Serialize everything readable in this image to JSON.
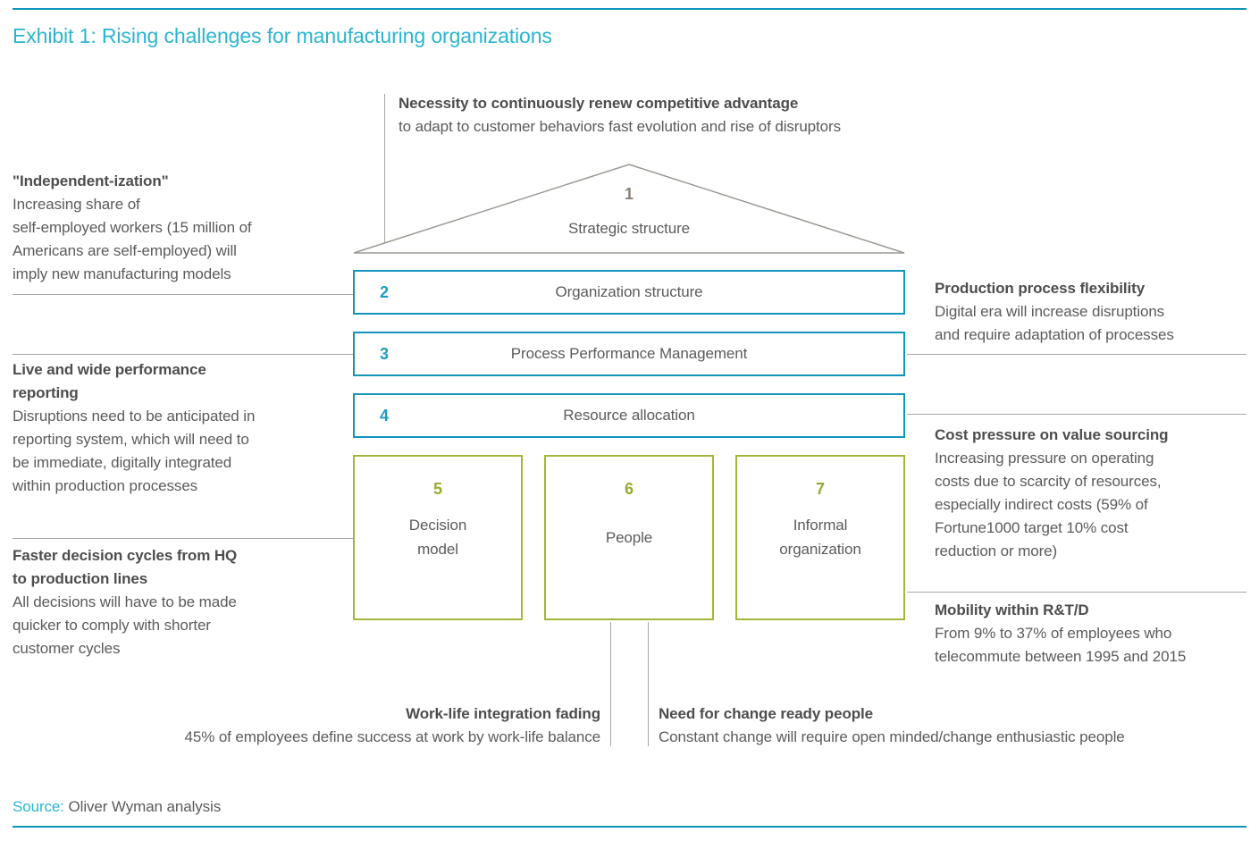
{
  "page": {
    "title": "Exhibit 1: Rising challenges for manufacturing organizations",
    "source_label": "Source:",
    "source_text": "Oliver Wyman analysis"
  },
  "colors": {
    "accent_teal": "#2ab5d1",
    "rule_teal": "#1095bb",
    "box_blue_border": "#1394ba",
    "box_blue_number": "#1d9cc4",
    "box_green_border": "#a5b43c",
    "box_green_number": "#94aa30",
    "roof_gray": "#9a9a94",
    "connector_gray": "#a8a8a2",
    "heading_text": "#4d4d4d",
    "body_text": "#5b5b5b"
  },
  "top_annotation": {
    "title": "Necessity to continuously renew competitive advantage",
    "body": "to adapt to customer behaviors fast evolution and rise of disruptors"
  },
  "pyramid": {
    "roof": {
      "number": "1",
      "label": "Strategic structure"
    },
    "bars": [
      {
        "number": "2",
        "label": "Organization structure"
      },
      {
        "number": "3",
        "label": "Process Performance Management"
      },
      {
        "number": "4",
        "label": "Resource allocation"
      }
    ],
    "pillars": [
      {
        "number": "5",
        "label": "Decision\nmodel"
      },
      {
        "number": "6",
        "label": "People"
      },
      {
        "number": "7",
        "label": "Informal\norganization"
      }
    ]
  },
  "left_annotations": [
    {
      "title": "\"Independent-ization\"",
      "body": "Increasing share of\nself-employed workers (15 million of\nAmericans are self-employed) will\nimply new manufacturing models"
    },
    {
      "title": "Live and wide performance\nreporting",
      "body": "Disruptions need to be anticipated in\nreporting system, which will need to\nbe immediate, digitally integrated\nwithin production processes"
    },
    {
      "title": "Faster decision cycles from HQ\nto production lines",
      "body": "All decisions will have to be made\nquicker to comply with shorter\ncustomer cycles"
    }
  ],
  "right_annotations": [
    {
      "title": "Production process flexibility",
      "body": "Digital era will increase disruptions\nand require adaptation of processes"
    },
    {
      "title": "Cost pressure on value sourcing",
      "body": "Increasing pressure on operating\ncosts due to scarcity of resources,\nespecially indirect costs (59% of\nFortune1000 target 10% cost\nreduction or more)"
    },
    {
      "title": "Mobility within R&T/D",
      "body": "From 9% to 37% of employees who\ntelecommute between 1995 and 2015"
    }
  ],
  "bottom_annotations": [
    {
      "title": "Work-life integration fading",
      "body": "45% of employees define success at work by work-life balance"
    },
    {
      "title": "Need for change ready people",
      "body": "Constant change will require open minded/change enthusiastic people"
    }
  ]
}
